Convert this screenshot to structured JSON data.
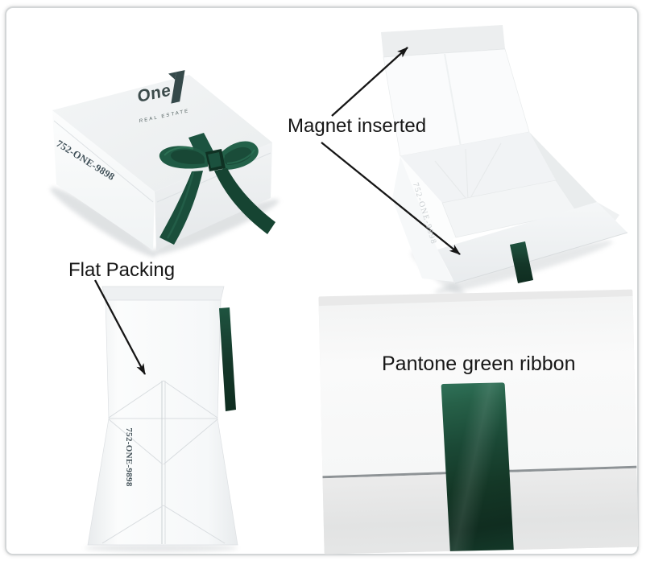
{
  "labels": {
    "magnet": "Magnet inserted",
    "flat_packing": "Flat Packing",
    "pantone": "Pantone green ribbon"
  },
  "branding": {
    "logo": "One",
    "tagline": "REAL ESTATE",
    "phone": "752-ONE-9898"
  },
  "colors": {
    "ribbon_green": "#1d5440",
    "ribbon_green_dark": "#0f2d20",
    "ribbon_green_light": "#2f7158",
    "annotation_text": "#161616",
    "frame_border": "#d3d6d7",
    "box_print_text": "#42525a",
    "box_white": "#f6f8f9"
  }
}
